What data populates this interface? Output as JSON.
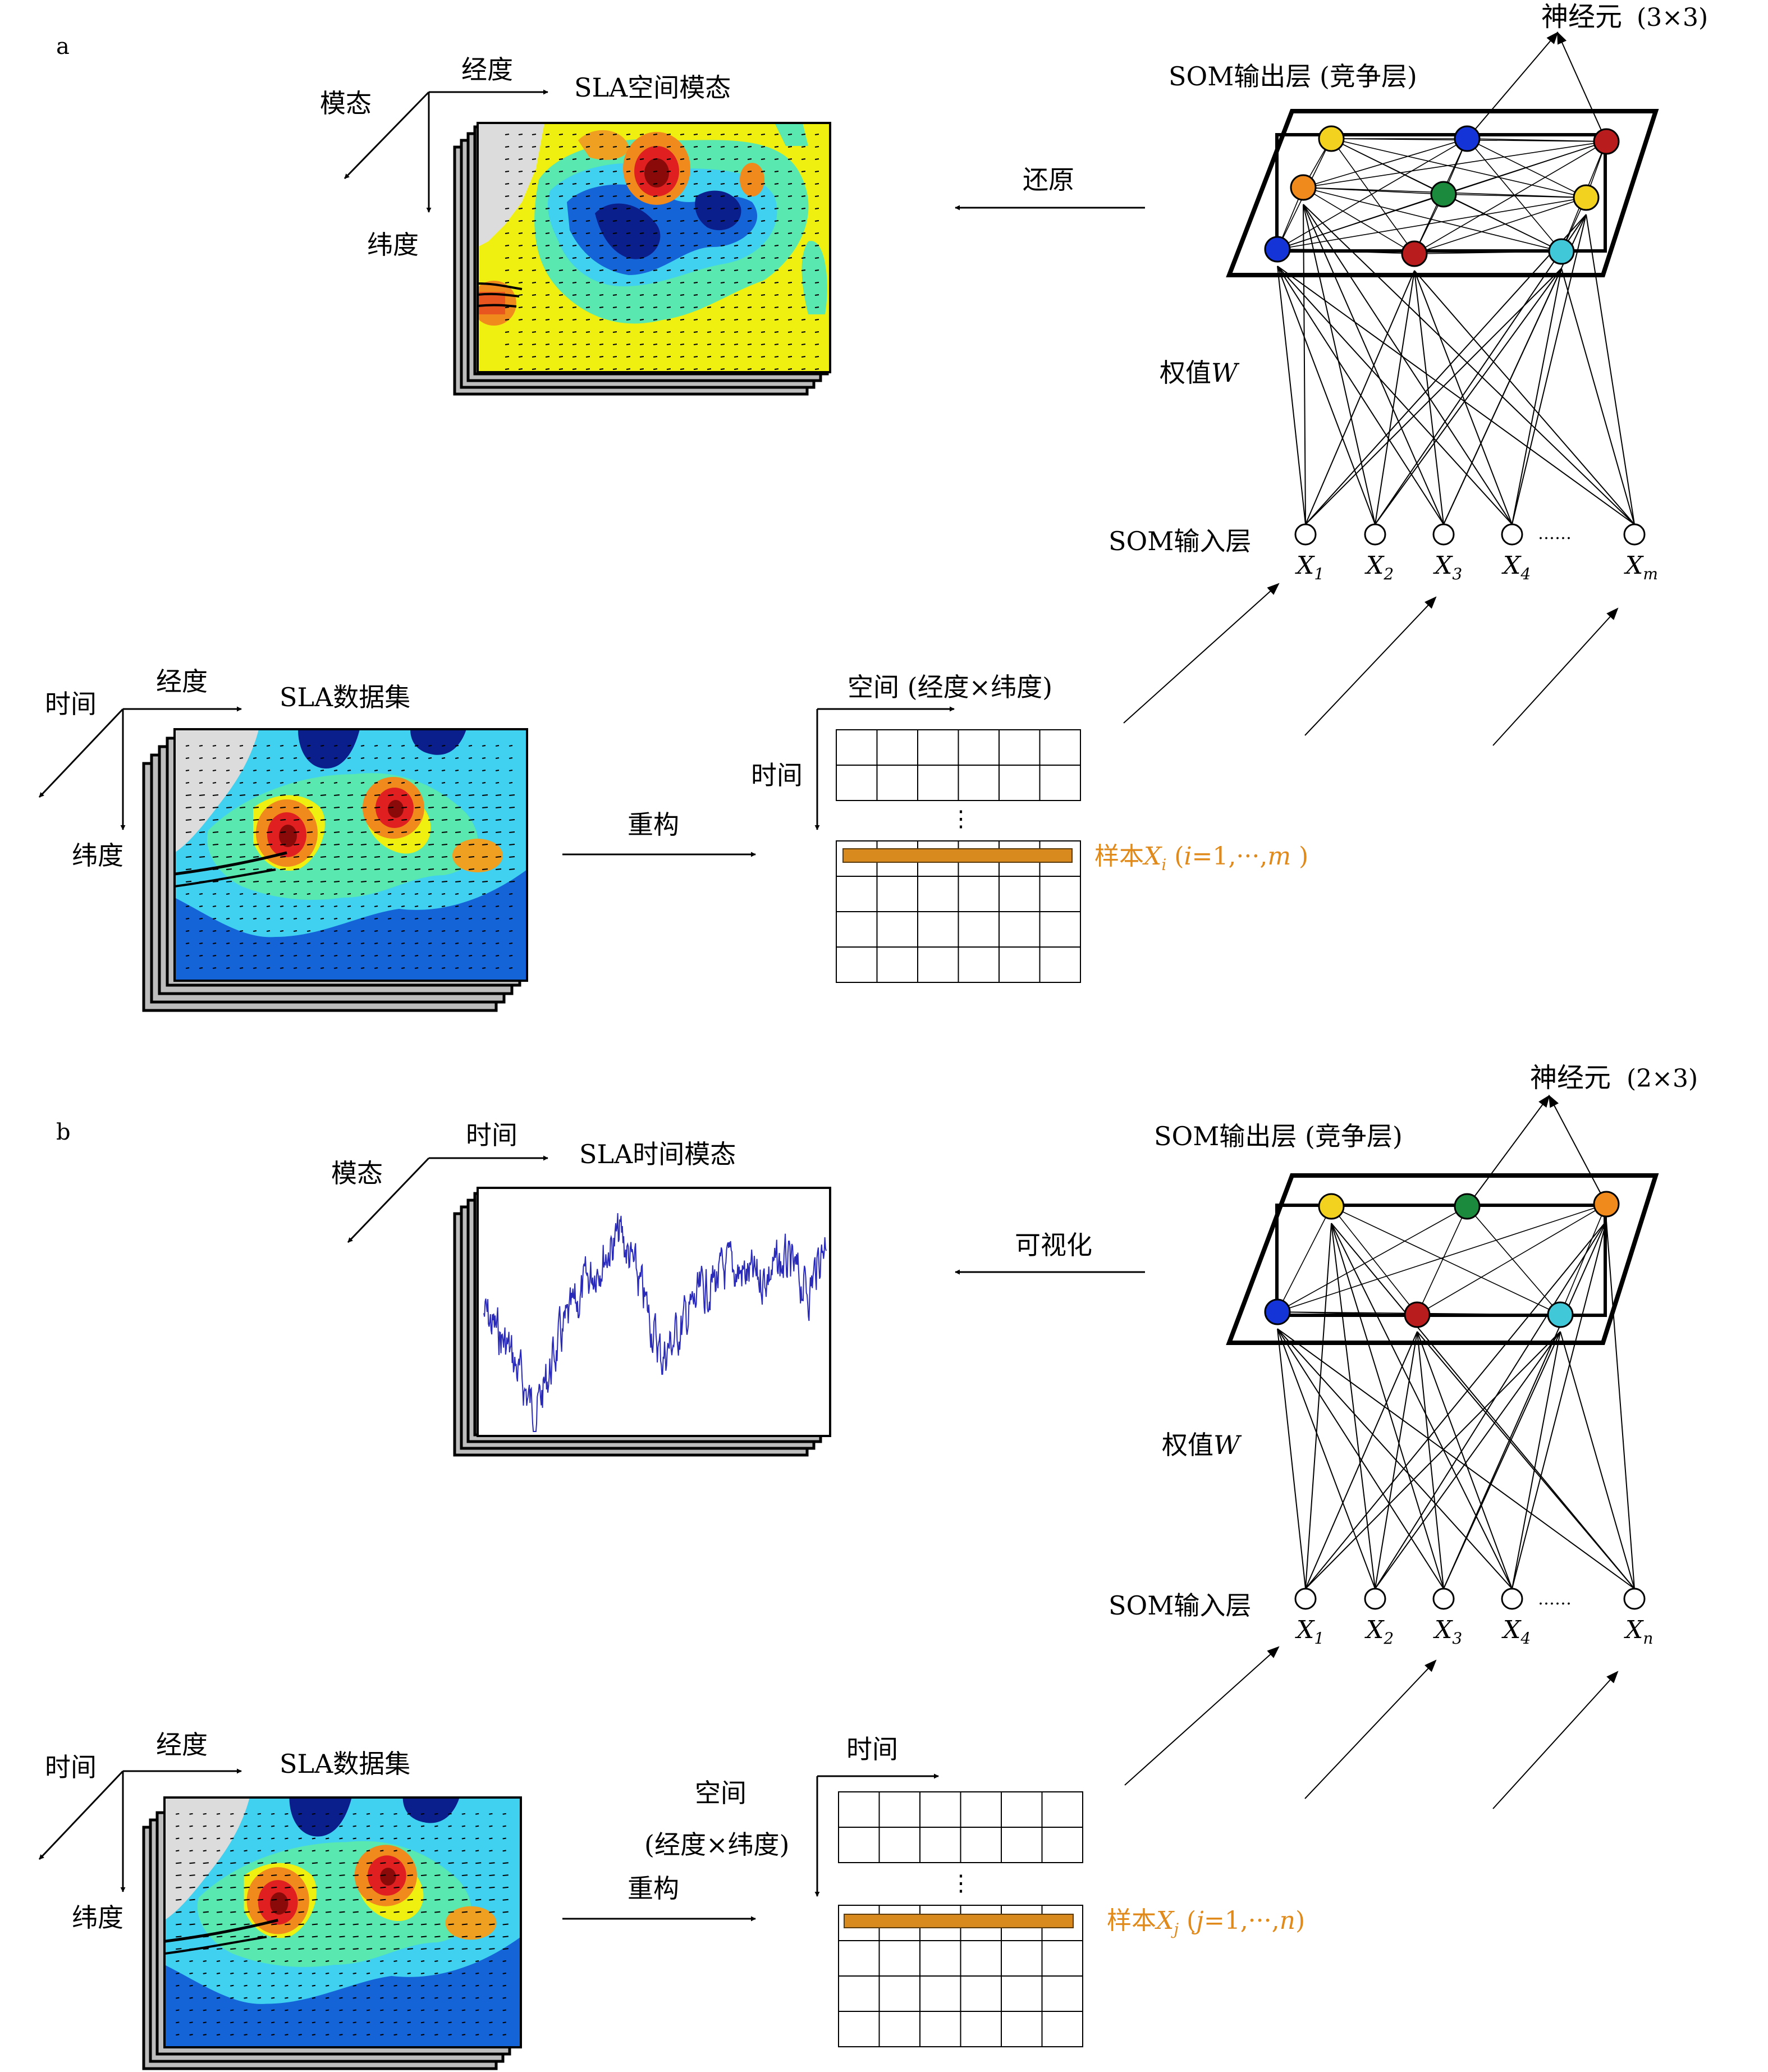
{
  "panel_a": {
    "label": "a",
    "output_top": {
      "neurons_label": "神经元",
      "neurons_dims": "(3×3)",
      "layer_title": "SOM输出层 (竞争层)",
      "nodes": [
        "#F2D21E",
        "#1434D8",
        "#B81C1C",
        "#F08A1C",
        "#1C8A3C",
        "#F2D21E",
        "#1434D8",
        "#B81C1C",
        "#40C8D8"
      ]
    },
    "restore_label": "还原",
    "weight_label": "权值",
    "weight_symbol": "W",
    "input_layer": {
      "label": "SOM输入层",
      "dots": "……",
      "x_symbol": "X",
      "subs": [
        "1",
        "2",
        "3",
        "4",
        "m"
      ]
    },
    "spatial_mode": {
      "title": "SLA空间模态",
      "axis_lon": "经度",
      "axis_lat": "纬度",
      "axis_mode": "模态"
    },
    "dataset": {
      "title": "SLA数据集",
      "axis_lon": "经度",
      "axis_lat": "纬度",
      "axis_time": "时间"
    },
    "reconstruct_label": "重构",
    "matrix": {
      "col_label": "空间 (经度×纬度)",
      "row_label": "时间",
      "vdots": "⋮",
      "sample_text": "样本",
      "sample_symbol": "X",
      "sample_sub": "i",
      "sample_index": "i",
      "sample_range": "=1,···,",
      "sample_end": "m"
    }
  },
  "panel_b": {
    "label": "b",
    "output_top": {
      "neurons_label": "神经元",
      "neurons_dims": "(2×3)",
      "layer_title": "SOM输出层 (竞争层)",
      "nodes": [
        "#F2D21E",
        "#1C8A3C",
        "#F08A1C",
        "#1434D8",
        "#B81C1C",
        "#40C8D8"
      ]
    },
    "visualize_label": "可视化",
    "weight_label": "权值",
    "weight_symbol": "W",
    "input_layer": {
      "label": "SOM输入层",
      "dots": "……",
      "x_symbol": "X",
      "subs": [
        "1",
        "2",
        "3",
        "4",
        "n"
      ]
    },
    "temporal_mode": {
      "title": "SLA时间模态",
      "axis_time": "时间",
      "axis_mode": "模态"
    },
    "dataset": {
      "title": "SLA数据集",
      "axis_lon": "经度",
      "axis_lat": "纬度",
      "axis_time": "时间"
    },
    "reconstruct_label": "重构",
    "matrix": {
      "col_label": "时间",
      "row_label_1": "空间",
      "row_label_2": "(经度×纬度)",
      "vdots": "⋮",
      "sample_text": "样本",
      "sample_symbol": "X",
      "sample_sub": "j",
      "sample_index": "j",
      "sample_range": "=1,···,",
      "sample_end": "n"
    }
  },
  "colors": {
    "sample_bar": "#D98A1E",
    "sample_text": "#E08A1C",
    "series_line": "#2A2AB8",
    "map_yellow": "#F0F010",
    "map_blue": "#1464D8",
    "land": "#DCDCDC"
  }
}
